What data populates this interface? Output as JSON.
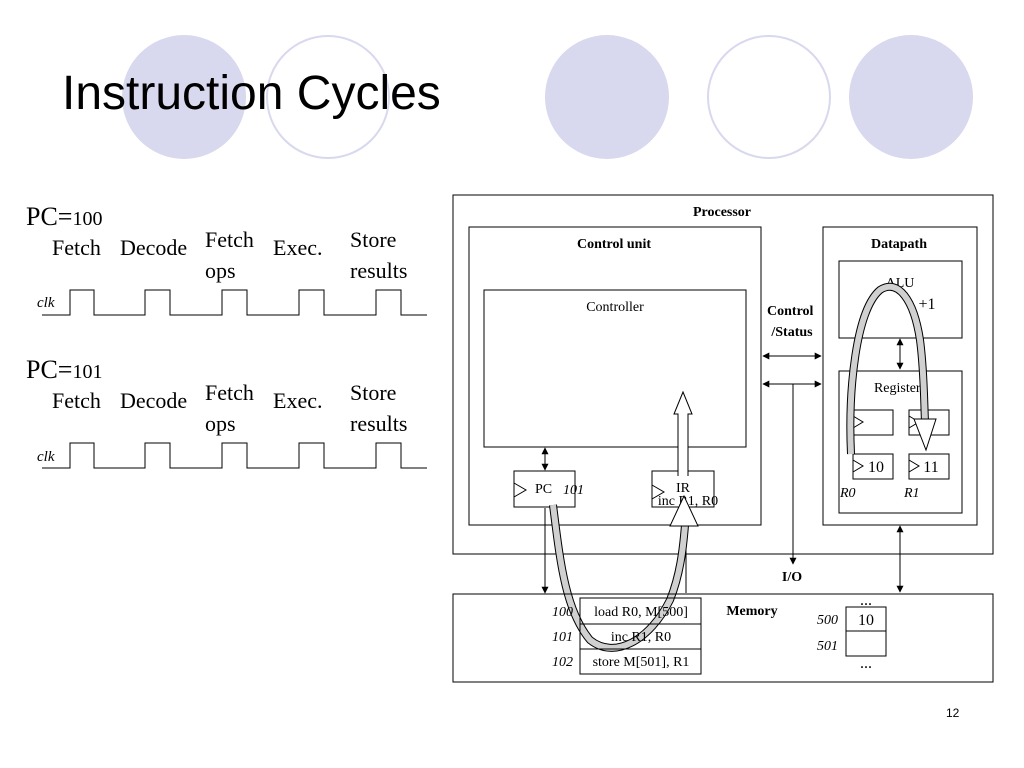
{
  "slide": {
    "title": "Instruction Cycles",
    "page_number": "12",
    "decor_circles": [
      {
        "style": "filled"
      },
      {
        "style": "ring"
      },
      {
        "style": "filled"
      },
      {
        "style": "ring"
      },
      {
        "style": "filled"
      }
    ]
  },
  "timing": {
    "rows": [
      {
        "pc_prefix": "PC=",
        "pc_value": "100",
        "phases": [
          "Fetch",
          "Decode",
          "Fetch\nops",
          "Exec.",
          "Store\nresults"
        ],
        "clk_label": "clk"
      },
      {
        "pc_prefix": "PC=",
        "pc_value": "101",
        "phases": [
          "Fetch",
          "Decode",
          "Fetch\nops",
          "Exec.",
          "Store\nresults"
        ],
        "clk_label": "clk"
      }
    ]
  },
  "processor": {
    "label": "Processor",
    "control_unit": {
      "label": "Control unit",
      "controller_label": "Controller",
      "pc_label": "PC",
      "pc_value": "101",
      "ir_label": "IR",
      "ir_value": "inc R1, R0"
    },
    "control_status_label": "Control\n/Status",
    "datapath": {
      "label": "Datapath",
      "alu_label": "ALU",
      "alu_op": "+1",
      "registers_label": "Registers",
      "registers": [
        {
          "name": "R0",
          "value": "10"
        },
        {
          "name": "R1",
          "value": "11"
        }
      ]
    }
  },
  "io_label": "I/O",
  "memory": {
    "label": "Memory",
    "program": [
      {
        "addr": "100",
        "instr": "load R0, M[500]"
      },
      {
        "addr": "101",
        "instr": "inc R1, R0"
      },
      {
        "addr": "102",
        "instr": "store M[501], R1"
      }
    ],
    "data": [
      {
        "addr": "500",
        "value": "10"
      },
      {
        "addr": "501",
        "value": ""
      }
    ],
    "ellipsis": "..."
  }
}
